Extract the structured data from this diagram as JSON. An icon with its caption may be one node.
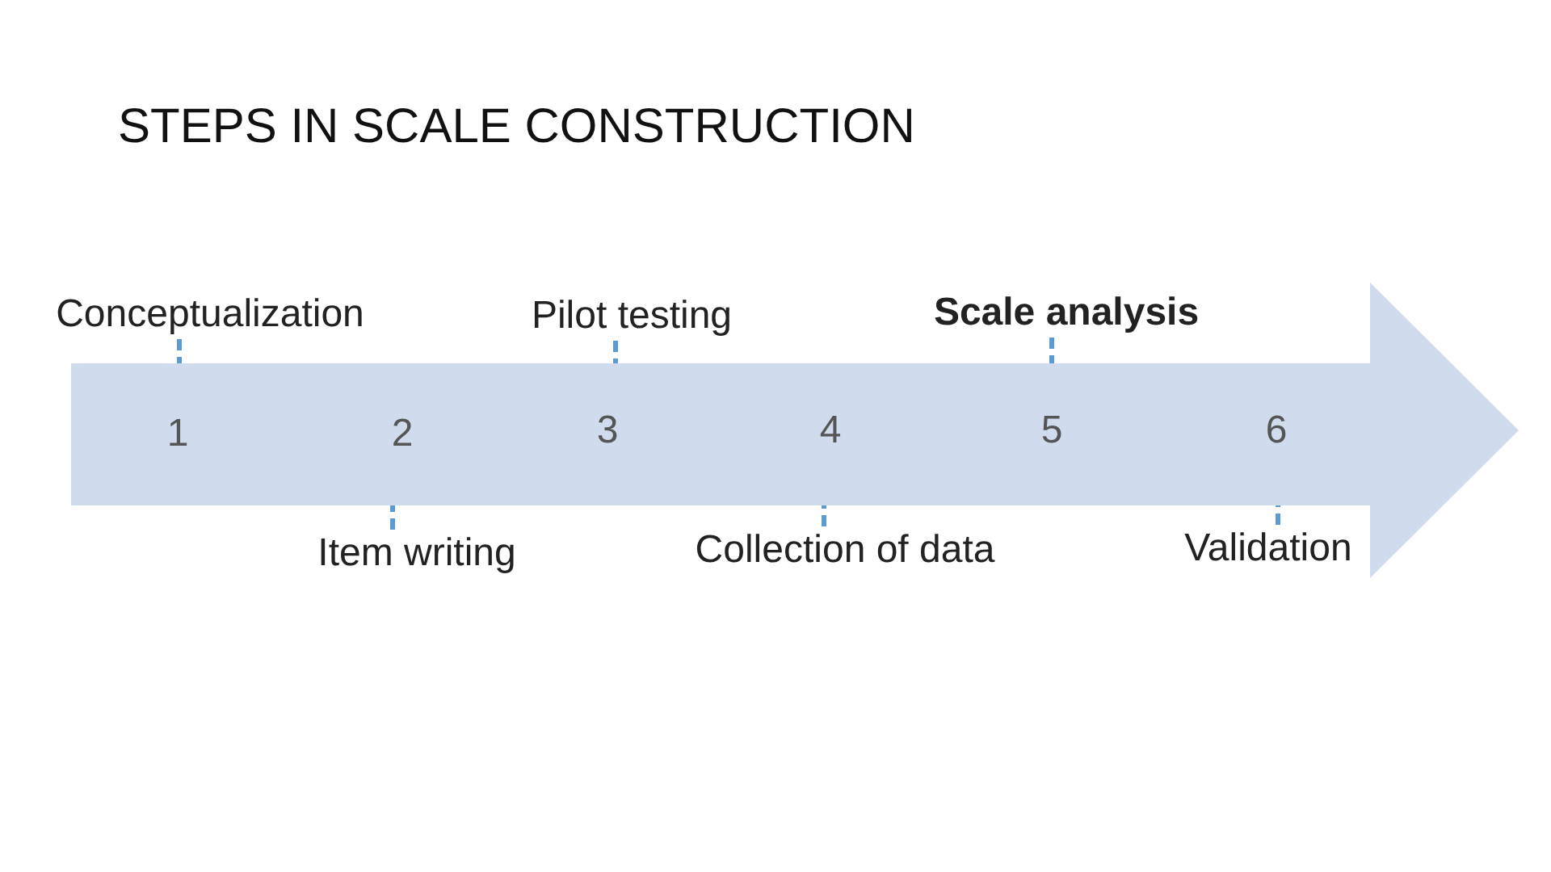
{
  "diagram": {
    "title": "STEPS IN SCALE CONSTRUCTION",
    "nodes": [
      {
        "text": [],
        "shape": "arrow"
      },
      {
        "text": [
          "Conceptualization"
        ]
      },
      {
        "text": [
          "Item writing"
        ]
      },
      {
        "text": [
          "Pilot testing"
        ]
      },
      {
        "text": [
          "Collection of data"
        ]
      },
      {
        "text": [
          "Scale analysis"
        ]
      },
      {
        "text": [
          "Validation"
        ]
      }
    ],
    "labels": [
      "1",
      "2",
      "3",
      "4",
      "5",
      "6"
    ],
    "edges": [
      {
        "from": 1,
        "to": 0,
        "arrow": "none",
        "style": "dashed"
      },
      {
        "from": 2,
        "to": 0,
        "arrow": "none",
        "style": "dashed"
      },
      {
        "from": 3,
        "to": 0,
        "arrow": "none",
        "style": "dashed"
      },
      {
        "from": 4,
        "to": 0,
        "arrow": "none",
        "style": "dashed"
      },
      {
        "from": 5,
        "to": 0,
        "arrow": "none",
        "style": "dashed"
      },
      {
        "from": 6,
        "to": 0,
        "arrow": "none",
        "style": "dashed"
      }
    ]
  }
}
